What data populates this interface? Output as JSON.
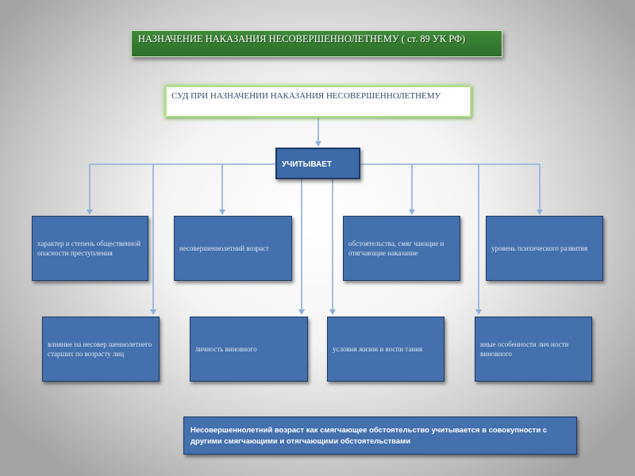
{
  "title": "НАЗНАЧЕНИЕ НАКАЗАНИЯ НЕСОВЕРШЕННОЛЕТНЕМУ ( ст. 89 УК РФ)",
  "court": "СУД ПРИ НАЗНАЧЕНИИ НАКАЗАНИЯ НЕСОВЕРШЕННОЛЕТНЕМУ",
  "takes_into_account": "УЧИТЫВАЕТ",
  "factors_top": [
    "характер и степень общественной опасности преступления",
    "несовершеннолетний возраст",
    "обстоятельства, смяг чающие и отягчающие наказание",
    "уровень психического развития"
  ],
  "factors_bottom": [
    "влияние на несовер шеннолетнего старших по возрасту лиц",
    "личность виновного",
    "условия жизни и воспи тания",
    "иные особенности лич ности виновного"
  ],
  "note": "Несовершеннолетний возраст как смягчающее обстоятельство учитывается в совокупности с другими смягчающими и отягчающими обстоятельствами",
  "colors": {
    "title_fill": "#2f7030",
    "court_border": "#b5e08a",
    "box_fill": "#4470ad",
    "box_border": "#1e3a66",
    "connector": "#8fb0d8"
  }
}
